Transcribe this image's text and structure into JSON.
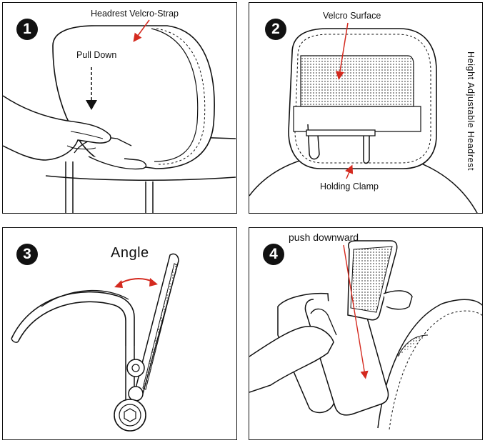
{
  "steps": [
    {
      "number": "1",
      "labels": {
        "strap": "Headrest Velcro-Strap",
        "pull": "Pull Down"
      },
      "icons": [
        "hand-icon",
        "headrest-icon",
        "down-arrow-icon"
      ]
    },
    {
      "number": "2",
      "labels": {
        "surface": "Velcro Surface",
        "clamp": "Holding Clamp",
        "side": "Height Adjustable Headrest"
      },
      "icons": [
        "headrest-icon",
        "velcro-pad-icon",
        "clamp-icon"
      ]
    },
    {
      "number": "3",
      "labels": {
        "angle": "Angle"
      },
      "icons": [
        "mount-arm-icon",
        "double-arrow-icon",
        "pivot-nut-icon"
      ]
    },
    {
      "number": "4",
      "labels": {
        "push": "push downward"
      },
      "icons": [
        "hand-icon",
        "tablet-icon",
        "seat-icon"
      ]
    }
  ],
  "colors": {
    "accent": "#d42a1f",
    "line": "#111111",
    "panel_bg": "#ffffff",
    "dots": "#555555"
  }
}
